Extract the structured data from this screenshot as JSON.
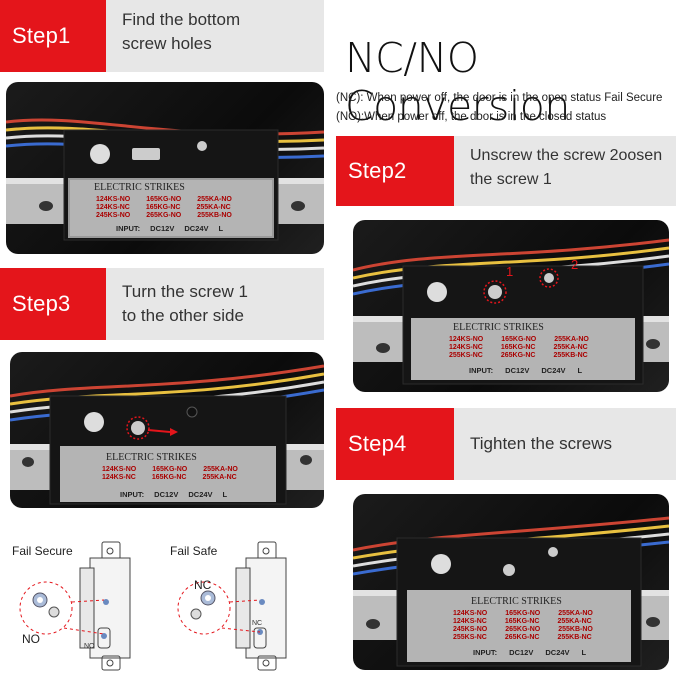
{
  "title": "NC/NO Conversion",
  "notes": {
    "nc": "(NC): When power off, the door is in the open status Fail Secure",
    "no": "(NO):When power off, the door is in the closed status"
  },
  "steps": [
    {
      "label": "Step1",
      "lines": [
        "Find the bottom",
        "screw holes"
      ]
    },
    {
      "label": "Step2",
      "lines": [
        "Unscrew the screw 2oosen",
        "the screw 1"
      ]
    },
    {
      "label": "Step3",
      "lines": [
        "Turn the screw 1",
        "to the other side"
      ]
    },
    {
      "label": "Step4",
      "lines": [
        "Tighten the screws",
        ""
      ]
    }
  ],
  "plate": {
    "heading": "ELECTRIC STRIKES",
    "rows": [
      [
        "124KS-NO",
        "165KG-NO",
        "255KA-NO"
      ],
      [
        "124KS-NC",
        "165KG-NC",
        "255KA-NC"
      ],
      [
        "245KS-NO",
        "265KG-NO",
        "255KB-NO"
      ],
      [
        "255KS-NC",
        "265KG-NC",
        "255KB-NC"
      ]
    ],
    "input": "INPUT:",
    "v12": "DC12V",
    "v24": "DC24V",
    "l": "L"
  },
  "markers": {
    "one": "1",
    "two": "2"
  },
  "diagrams": {
    "fail_secure": "Fail Secure",
    "fail_safe": "Fail Safe",
    "no": "NO",
    "nc": "NC",
    "small_no": "NO",
    "small_nc": "NC"
  },
  "colors": {
    "accent": "#e4151b",
    "panel": "#e7e7e7"
  }
}
